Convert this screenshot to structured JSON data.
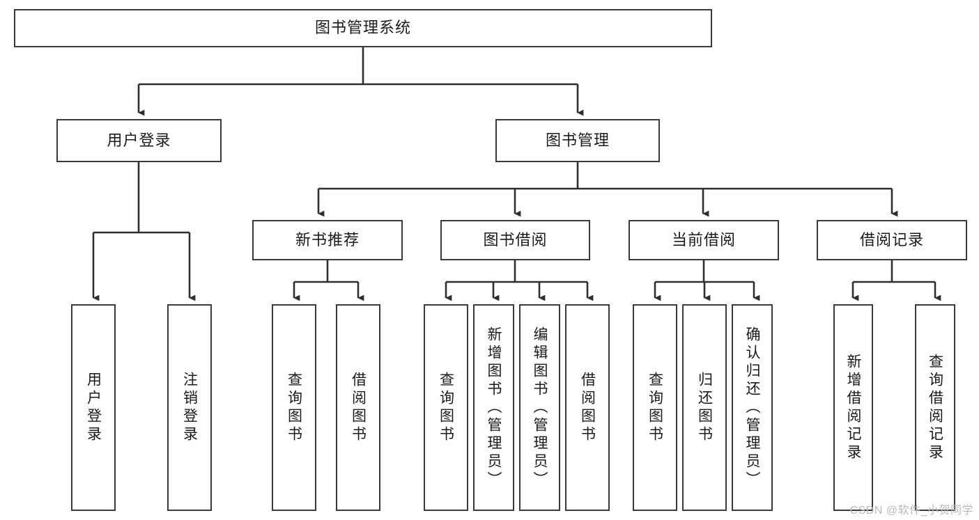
{
  "diagram": {
    "title": "图书管理系统",
    "type": "tree-hierarchy",
    "root": {
      "id": "root",
      "label": "图书管理系统"
    },
    "level1": [
      {
        "id": "user-login",
        "label": "用户登录"
      },
      {
        "id": "book-manage",
        "label": "图书管理"
      }
    ],
    "level2": [
      {
        "id": "new-book-rec",
        "label": "新书推荐",
        "parent": "book-manage"
      },
      {
        "id": "book-borrow",
        "label": "图书借阅",
        "parent": "book-manage"
      },
      {
        "id": "current-borrow",
        "label": "当前借阅",
        "parent": "book-manage"
      },
      {
        "id": "borrow-record",
        "label": "借阅记录",
        "parent": "book-manage"
      }
    ],
    "leaves": [
      {
        "id": "leaf-user-login",
        "label": "用户登录",
        "parent": "user-login"
      },
      {
        "id": "leaf-user-logout",
        "label": "注销登录",
        "parent": "user-login"
      },
      {
        "id": "leaf-query-book-1",
        "label": "查询图书",
        "parent": "new-book-rec"
      },
      {
        "id": "leaf-borrow-book-1",
        "label": "借阅图书",
        "parent": "new-book-rec"
      },
      {
        "id": "leaf-query-book-2",
        "label": "查询图书",
        "parent": "book-borrow"
      },
      {
        "id": "leaf-add-book",
        "label": "新增图书（管理员）",
        "parent": "book-borrow"
      },
      {
        "id": "leaf-edit-book",
        "label": "编辑图书（管理员）",
        "parent": "book-borrow"
      },
      {
        "id": "leaf-borrow-book-2",
        "label": "借阅图书",
        "parent": "book-borrow"
      },
      {
        "id": "leaf-query-book-3",
        "label": "查询图书",
        "parent": "current-borrow"
      },
      {
        "id": "leaf-return-book",
        "label": "归还图书",
        "parent": "current-borrow"
      },
      {
        "id": "leaf-confirm-return",
        "label": "确认归还（管理员）",
        "parent": "current-borrow"
      },
      {
        "id": "leaf-add-record",
        "label": "新增借阅记录",
        "parent": "borrow-record"
      },
      {
        "id": "leaf-query-record",
        "label": "查询借阅记录",
        "parent": "borrow-record"
      }
    ],
    "colors": {
      "stroke": "#3a3a3a",
      "fill": "#ffffff",
      "text": "#1a1a1a",
      "watermark": "#b9b9b9"
    }
  },
  "watermark": {
    "text": "CSDN @软件_小贺同学"
  }
}
